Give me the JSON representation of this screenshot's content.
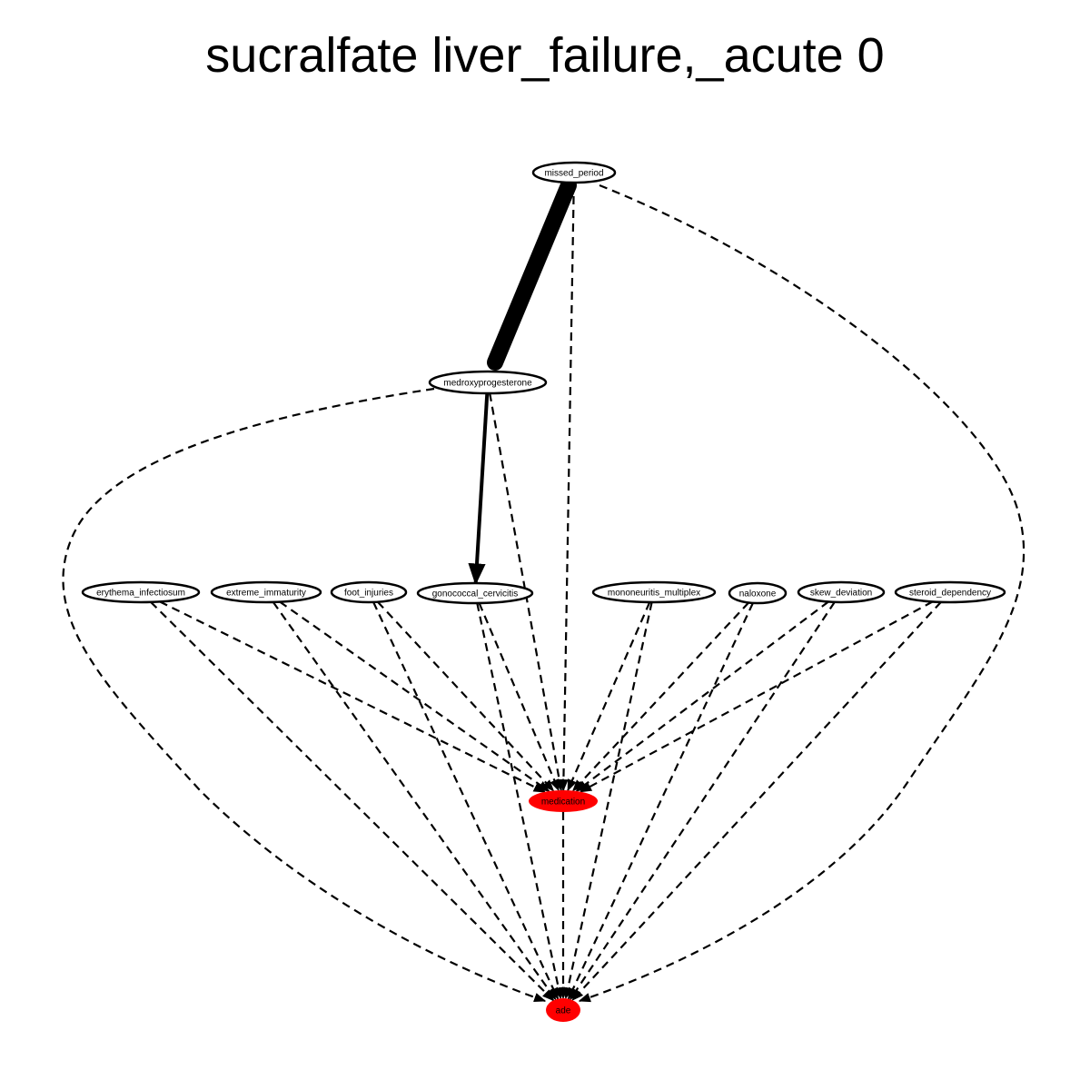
{
  "title": "sucralfate liver_failure,_acute 0",
  "colors": {
    "highlight": "#ff0000",
    "edge": "#000000",
    "node_fill": "#ffffff"
  },
  "nodes": [
    {
      "id": "missed_period",
      "label": "missed_period",
      "highlight": false
    },
    {
      "id": "medroxyprogesterone",
      "label": "medroxyprogesterone",
      "highlight": false
    },
    {
      "id": "erythema_infectiosum",
      "label": "erythema_infectiosum",
      "highlight": false
    },
    {
      "id": "extreme_immaturity",
      "label": "extreme_immaturity",
      "highlight": false
    },
    {
      "id": "foot_injuries",
      "label": "foot_injuries",
      "highlight": false
    },
    {
      "id": "gonococcal_cervicitis",
      "label": "gonococcal_cervicitis",
      "highlight": false
    },
    {
      "id": "mononeuritis_multiplex",
      "label": "mononeuritis_multiplex",
      "highlight": false
    },
    {
      "id": "naloxone",
      "label": "naloxone",
      "highlight": false
    },
    {
      "id": "skew_deviation",
      "label": "skew_deviation",
      "highlight": false
    },
    {
      "id": "steroid_dependency",
      "label": "steroid_dependency",
      "highlight": false
    },
    {
      "id": "medication",
      "label": "medication",
      "highlight": true
    },
    {
      "id": "ade",
      "label": "ade",
      "highlight": true
    }
  ],
  "edges": [
    {
      "from": "missed_period",
      "to": "medroxyprogesterone",
      "style": "solid",
      "weight": "heavy"
    },
    {
      "from": "medroxyprogesterone",
      "to": "gonococcal_cervicitis",
      "style": "solid",
      "weight": "medium"
    },
    {
      "from": "missed_period",
      "to": "medication",
      "style": "dashed"
    },
    {
      "from": "missed_period",
      "to": "ade",
      "style": "dashed"
    },
    {
      "from": "medroxyprogesterone",
      "to": "medication",
      "style": "dashed"
    },
    {
      "from": "medroxyprogesterone",
      "to": "ade",
      "style": "dashed"
    },
    {
      "from": "erythema_infectiosum",
      "to": "medication",
      "style": "dashed"
    },
    {
      "from": "erythema_infectiosum",
      "to": "ade",
      "style": "dashed"
    },
    {
      "from": "extreme_immaturity",
      "to": "medication",
      "style": "dashed"
    },
    {
      "from": "extreme_immaturity",
      "to": "ade",
      "style": "dashed"
    },
    {
      "from": "foot_injuries",
      "to": "medication",
      "style": "dashed"
    },
    {
      "from": "foot_injuries",
      "to": "ade",
      "style": "dashed"
    },
    {
      "from": "gonococcal_cervicitis",
      "to": "medication",
      "style": "dashed"
    },
    {
      "from": "gonococcal_cervicitis",
      "to": "ade",
      "style": "dashed"
    },
    {
      "from": "mononeuritis_multiplex",
      "to": "medication",
      "style": "dashed"
    },
    {
      "from": "mononeuritis_multiplex",
      "to": "ade",
      "style": "dashed"
    },
    {
      "from": "naloxone",
      "to": "medication",
      "style": "dashed"
    },
    {
      "from": "naloxone",
      "to": "ade",
      "style": "dashed"
    },
    {
      "from": "skew_deviation",
      "to": "medication",
      "style": "dashed"
    },
    {
      "from": "skew_deviation",
      "to": "ade",
      "style": "dashed"
    },
    {
      "from": "steroid_dependency",
      "to": "medication",
      "style": "dashed"
    },
    {
      "from": "steroid_dependency",
      "to": "ade",
      "style": "dashed"
    },
    {
      "from": "medication",
      "to": "ade",
      "style": "dashed"
    }
  ]
}
